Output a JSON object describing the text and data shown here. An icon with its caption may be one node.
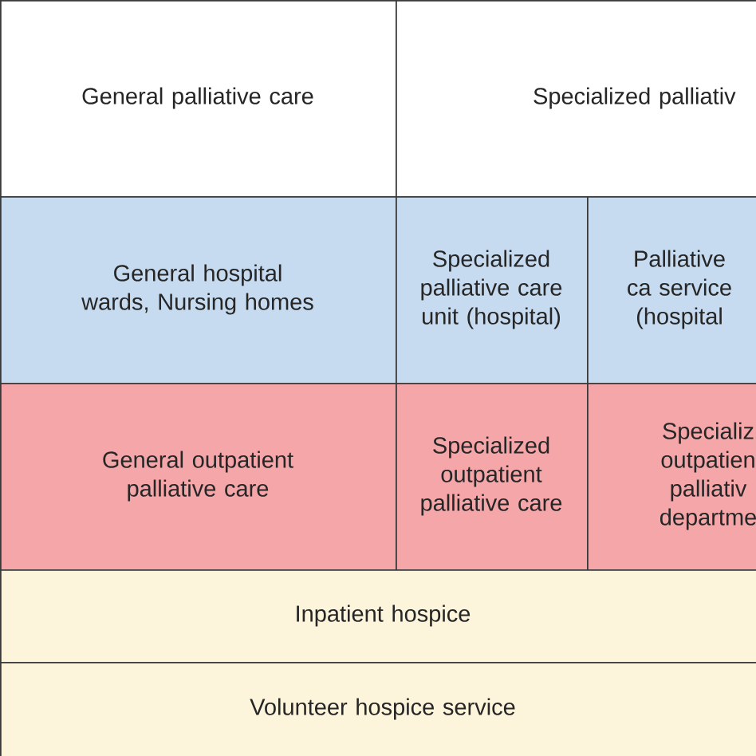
{
  "diagram": {
    "nodes": [
      {
        "text": [
          "General palliative care"
        ]
      },
      {
        "text": [
          "Specialized palliativ"
        ]
      },
      {
        "text": [
          "General hospital wards, Nursing homes"
        ]
      },
      {
        "text": [
          "Specialized palliative care unit (hospital)"
        ]
      },
      {
        "text": [
          "Palliative ca service (hospital"
        ]
      },
      {
        "text": [
          "General outpatient palliative care"
        ]
      },
      {
        "text": [
          "Specialized outpatient palliative care"
        ]
      },
      {
        "text": [
          "Specializ outpatien palliativ departme"
        ]
      },
      {
        "text": [
          "Inpatient hospice"
        ]
      },
      {
        "text": [
          "Volunteer hospice service"
        ]
      }
    ]
  }
}
